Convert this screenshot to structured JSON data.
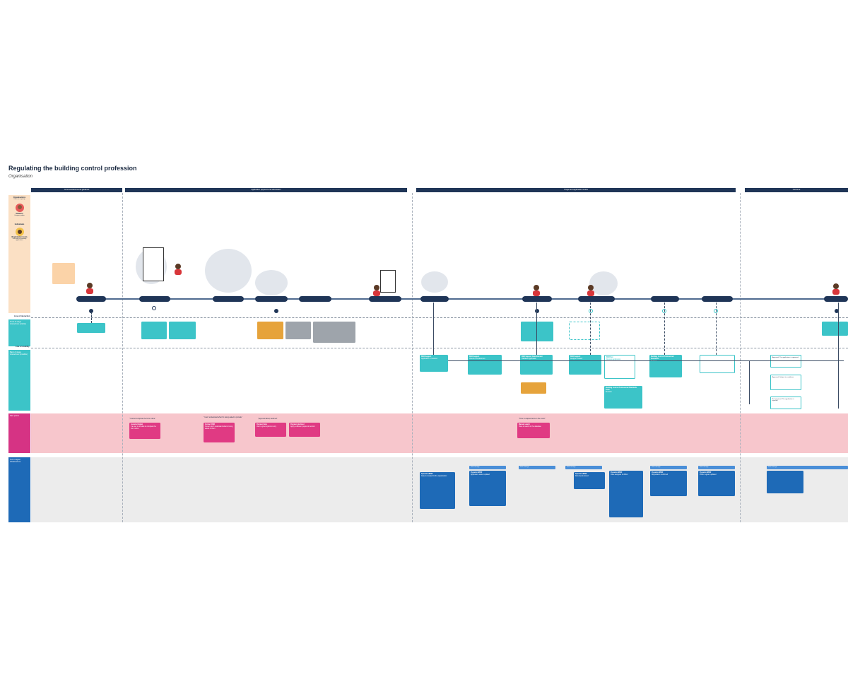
{
  "title": "Regulating the building control profession",
  "subtitle": "Organisation",
  "phases": [
    {
      "label": "Communications and guidance"
    },
    {
      "label": "Application payment and submission"
    },
    {
      "label": "Triage and application review"
    },
    {
      "label": "Outcome"
    }
  ],
  "lanes": {
    "personas": {
      "organisations": "Organisations",
      "organisations_sub": "Users on capacity",
      "persona_1_name": "Natasha",
      "persona_1_role": "Company\nadmin",
      "individuals": "Individuals",
      "persona_2_name": "Registration team",
      "persona_2_role": "User who is\nreviewing applications"
    },
    "frontstage": "Front of stage interactions (visible)",
    "backstage": "Back of stage interactions (invisible)",
    "painpoints": "Pain points",
    "tech": "Tech / digital infrastructure"
  },
  "lines": {
    "interaction": "Line of interaction",
    "visibility": "Line of visibility"
  },
  "quotes": {
    "q1": "\"I cannot complete the form online\"",
    "q2": "\"I can't understand what I'm being asked to provide\"",
    "q3": "\"payment failed, declined\"",
    "q4": "\"Time to acquiescence is the event\""
  },
  "painpoint_cards": [
    {
      "title": "Assisted digital",
      "body": "If a user is not able to complete the form online"
    },
    {
      "title": "Contact BSR",
      "body": "If users don't understand what is being asked of them"
    },
    {
      "title": "Payment fails",
      "body": "User is given option to retry"
    },
    {
      "title": "Payment declined",
      "body": "Apply a different payment method"
    },
    {
      "title": "Manual search",
      "body": "Have to search in the database"
    }
  ],
  "tech_pills": [
    "Data storage",
    "Data storage",
    "Data storage",
    "Data storage",
    "Data storage",
    "Data storage"
  ],
  "tech_cards": [
    {
      "title": "Dynamics/BSR",
      "body": "Case is created for the organisation"
    },
    {
      "title": "Dynamics/BSR",
      "body": "Application status updated"
    },
    {
      "title": "Dynamics/BSR",
      "body": "Documents stored"
    },
    {
      "title": "Dynamics/BSR",
      "body": "Case assigned to officer"
    },
    {
      "title": "Dynamics/BSR",
      "body": "Registration confirmed"
    },
    {
      "title": "Dynamics/BSR",
      "body": "Public register updated"
    }
  ],
  "backstage_cards": [
    {
      "title": "BSR Support",
      "body": "Application is received"
    },
    {
      "title": "BSR Support",
      "body": "Checks completeness"
    },
    {
      "title": "BSR Support Administrator",
      "body": "Validates application"
    },
    {
      "title": "BSR Support",
      "body": "Assigns reviewer"
    },
    {
      "title": "BSR Rev",
      "body": "Reviews application"
    },
    {
      "title": "Building Control Professional Standards Team",
      "body": "Decision"
    },
    {
      "title": "Building Control Professional Standards",
      "body": "Referral"
    }
  ],
  "outcome_decisions": [
    "Approved: The application is approved",
    "Approved: Subject to conditions",
    "Not approved: The application is rejected"
  ]
}
